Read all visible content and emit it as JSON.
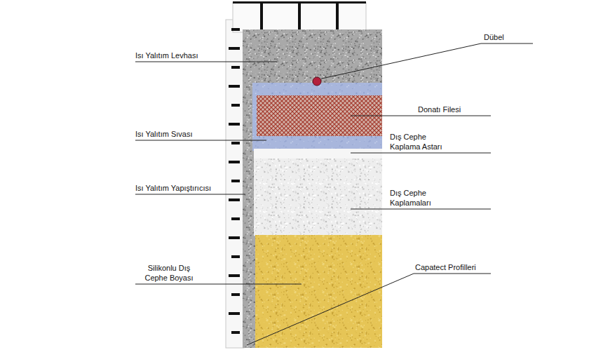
{
  "diagram": {
    "labels": [
      "Isı Yalıtım Levhası",
      "Dübel",
      "Donatı Filesi",
      "Isı Yalıtım Sıvası",
      "Dış Cephe Kaplama Astarı",
      "Isı Yalıtım Yapıştırıcısı",
      "Dış Cephe Kaplamaları",
      "Silikonlu Dış Cephe Boyası",
      "Capatect Profilleri"
    ]
  }
}
